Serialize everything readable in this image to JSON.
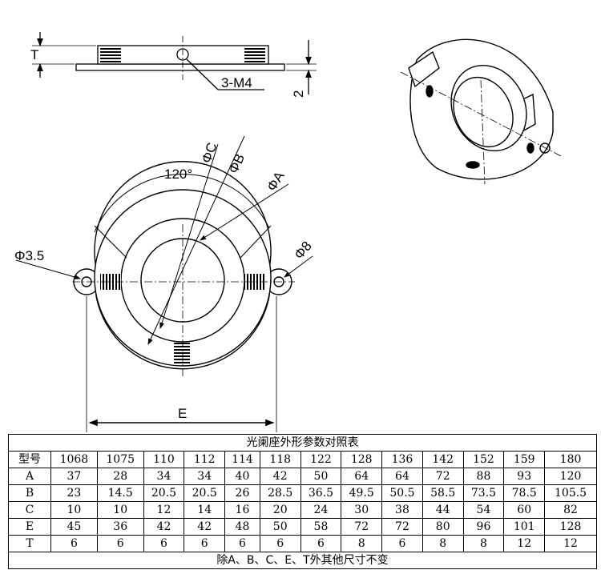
{
  "drawing": {
    "labels": {
      "t_dim": "T",
      "thickness_2": "2",
      "thread_callout": "3-M4",
      "angle": "120°",
      "dia_c": "ΦC",
      "dia_b": "ΦB",
      "dia_a": "ΦA",
      "dia_8": "Φ8",
      "dia_3_5": "Φ3.5",
      "e_dim": "E"
    }
  },
  "table": {
    "title": "光阑座外形参数对照表",
    "header": [
      "型号",
      "1068",
      "1075",
      "110",
      "112",
      "114",
      "118",
      "122",
      "128",
      "136",
      "142",
      "152",
      "159",
      "180"
    ],
    "rows": [
      [
        "A",
        "37",
        "28",
        "34",
        "34",
        "40",
        "42",
        "50",
        "64",
        "64",
        "72",
        "88",
        "93",
        "120"
      ],
      [
        "B",
        "23",
        "14.5",
        "20.5",
        "20.5",
        "26",
        "28.5",
        "36.5",
        "49.5",
        "50.5",
        "58.5",
        "73.5",
        "78.5",
        "105.5"
      ],
      [
        "C",
        "10",
        "10",
        "12",
        "14",
        "16",
        "20",
        "24",
        "30",
        "38",
        "44",
        "54",
        "60",
        "82"
      ],
      [
        "E",
        "45",
        "36",
        "42",
        "42",
        "48",
        "50",
        "58",
        "72",
        "72",
        "80",
        "96",
        "101",
        "128"
      ],
      [
        "T",
        "6",
        "6",
        "6",
        "6",
        "6",
        "6",
        "6",
        "8",
        "6",
        "8",
        "8",
        "12",
        "12"
      ]
    ],
    "note": "除A、B、C、E、T外其他尺寸不变"
  }
}
